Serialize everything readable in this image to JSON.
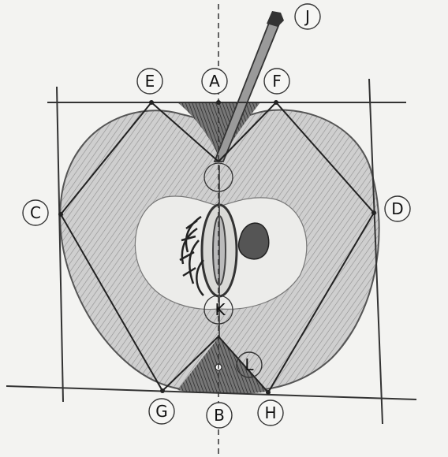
{
  "labels": {
    "a": "A",
    "b": "B",
    "c": "C",
    "d": "D",
    "e": "E",
    "f": "F",
    "g": "G",
    "h": "H",
    "j": "J",
    "k": "K",
    "l": "L"
  }
}
